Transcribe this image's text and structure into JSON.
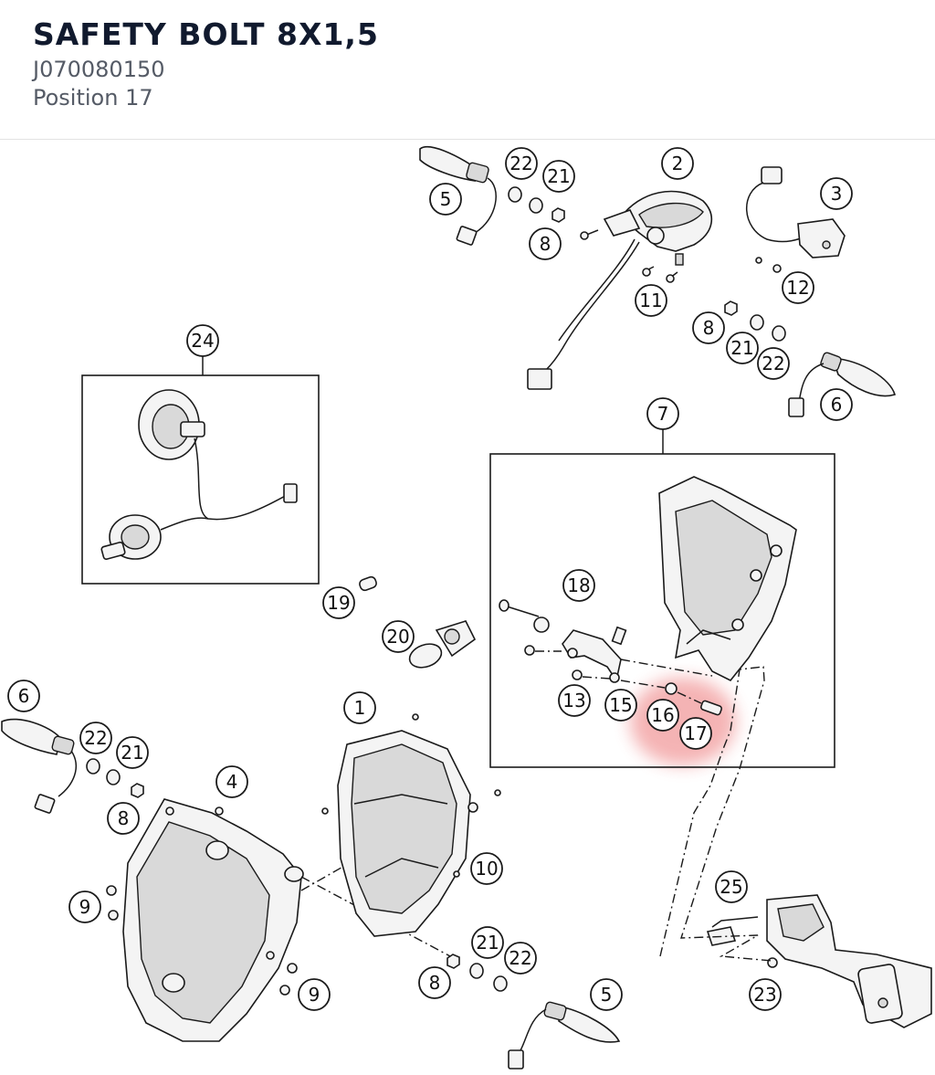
{
  "part": {
    "title": "SAFETY BOLT 8X1,5",
    "number": "J070080150",
    "position": "Position 17"
  },
  "highlight": {
    "color": "#e8585a",
    "positions": [
      "16",
      "17"
    ]
  },
  "callouts": {
    "c1": "1",
    "c2": "2",
    "c3": "3",
    "c4": "4",
    "c5a": "5",
    "c5b": "5",
    "c6a": "6",
    "c6b": "6",
    "c7": "7",
    "c8a": "8",
    "c8b": "8",
    "c8c": "8",
    "c8d": "8",
    "c9a": "9",
    "c9b": "9",
    "c10": "10",
    "c11": "11",
    "c12": "12",
    "c13": "13",
    "c15": "15",
    "c16": "16",
    "c17": "17",
    "c18": "18",
    "c19": "19",
    "c20": "20",
    "c21a": "21",
    "c21b": "21",
    "c21c": "21",
    "c21d": "21",
    "c22a": "22",
    "c22b": "22",
    "c22c": "22",
    "c22d": "22",
    "c23": "23",
    "c24": "24",
    "c25": "25"
  }
}
